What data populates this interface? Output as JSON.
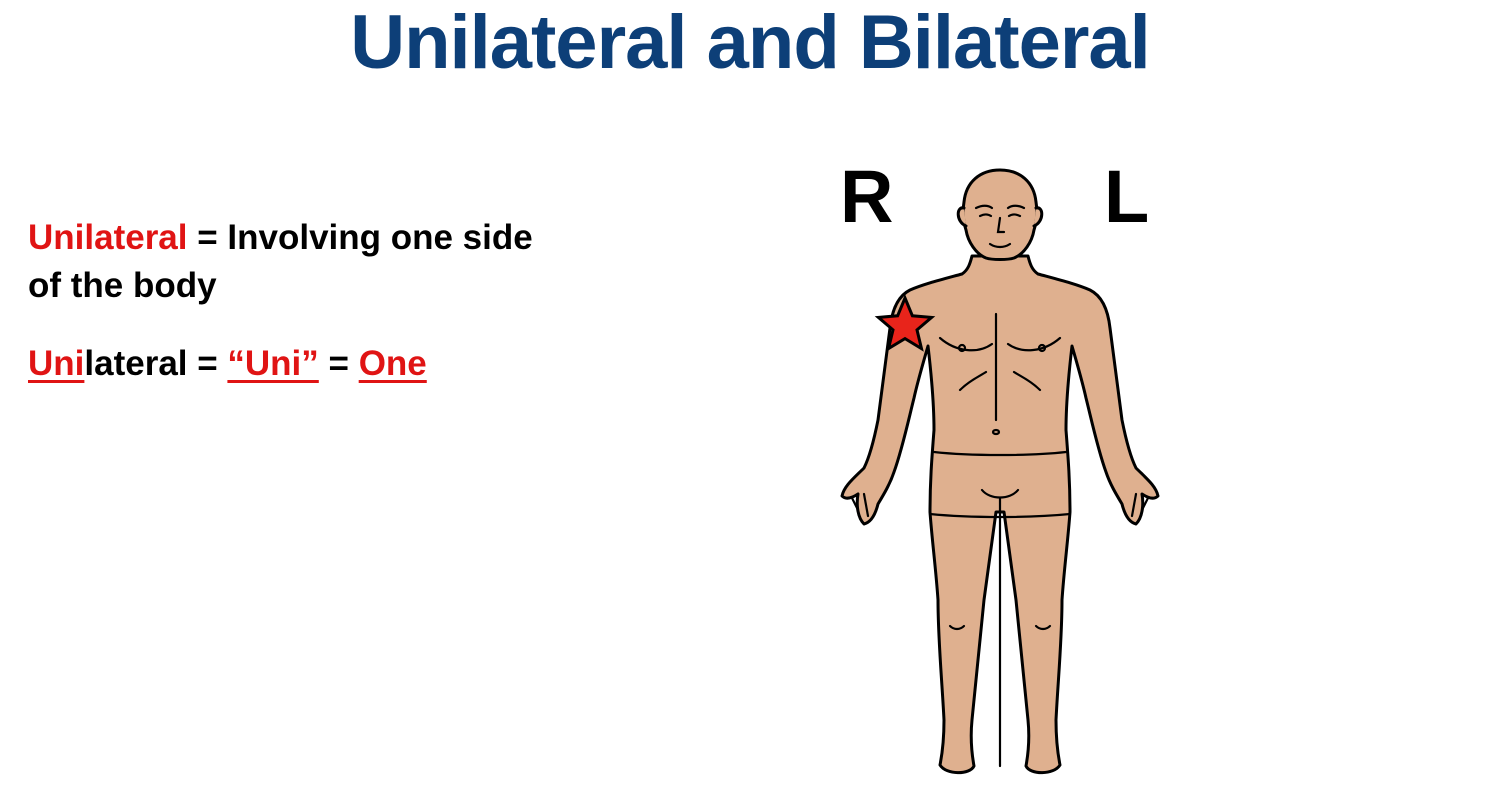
{
  "title": "Unilateral and Bilateral",
  "definition": {
    "term": "Unilateral",
    "equals": " = ",
    "text": "Involving one side of the body"
  },
  "etymology": {
    "prefix": "Uni",
    "remainder": "lateral",
    "eq1": " = ",
    "quoted": "“Uni”",
    "eq2": " = ",
    "meaning": "One"
  },
  "labels": {
    "right": "R",
    "left": "L"
  },
  "figure": {
    "skin_color": "#dfb08f",
    "outline_color": "#000000",
    "marker": "star-icon",
    "marker_color": "#e8241b",
    "marker_side": "right shoulder"
  },
  "colors": {
    "title": "#0d3f78",
    "highlight": "#e01414",
    "text": "#000000"
  }
}
